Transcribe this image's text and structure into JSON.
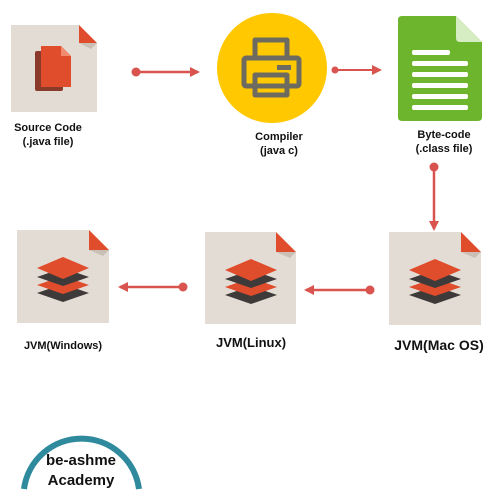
{
  "nodes": {
    "source": {
      "line1": "Source Code",
      "line2": "(.java file)"
    },
    "compiler": {
      "line1": "Compiler",
      "line2": "(java c)"
    },
    "bytecode": {
      "line1": "Byte-code",
      "line2": "(.class file)"
    },
    "jvm_windows": {
      "label": "JVM(Windows)"
    },
    "jvm_linux": {
      "label": "JVM(Linux)"
    },
    "jvm_mac": {
      "label": "JVM(Mac OS)"
    }
  },
  "logo": {
    "line1": "be-ashme",
    "line2": "Academy"
  },
  "colors": {
    "doc_bg": "#e3dcd5",
    "accent_red": "#e04d2d",
    "arrow": "#d9534f",
    "compiler_yellow": "#ffc800",
    "bytecode_green": "#6cb52d",
    "logo_ring": "#2e8a9c",
    "dark_layer": "#3f3a3a"
  },
  "icons": {
    "source": "document-icon",
    "compiler": "printer-icon",
    "bytecode": "text-document-icon",
    "jvm": "layers-document-icon"
  }
}
